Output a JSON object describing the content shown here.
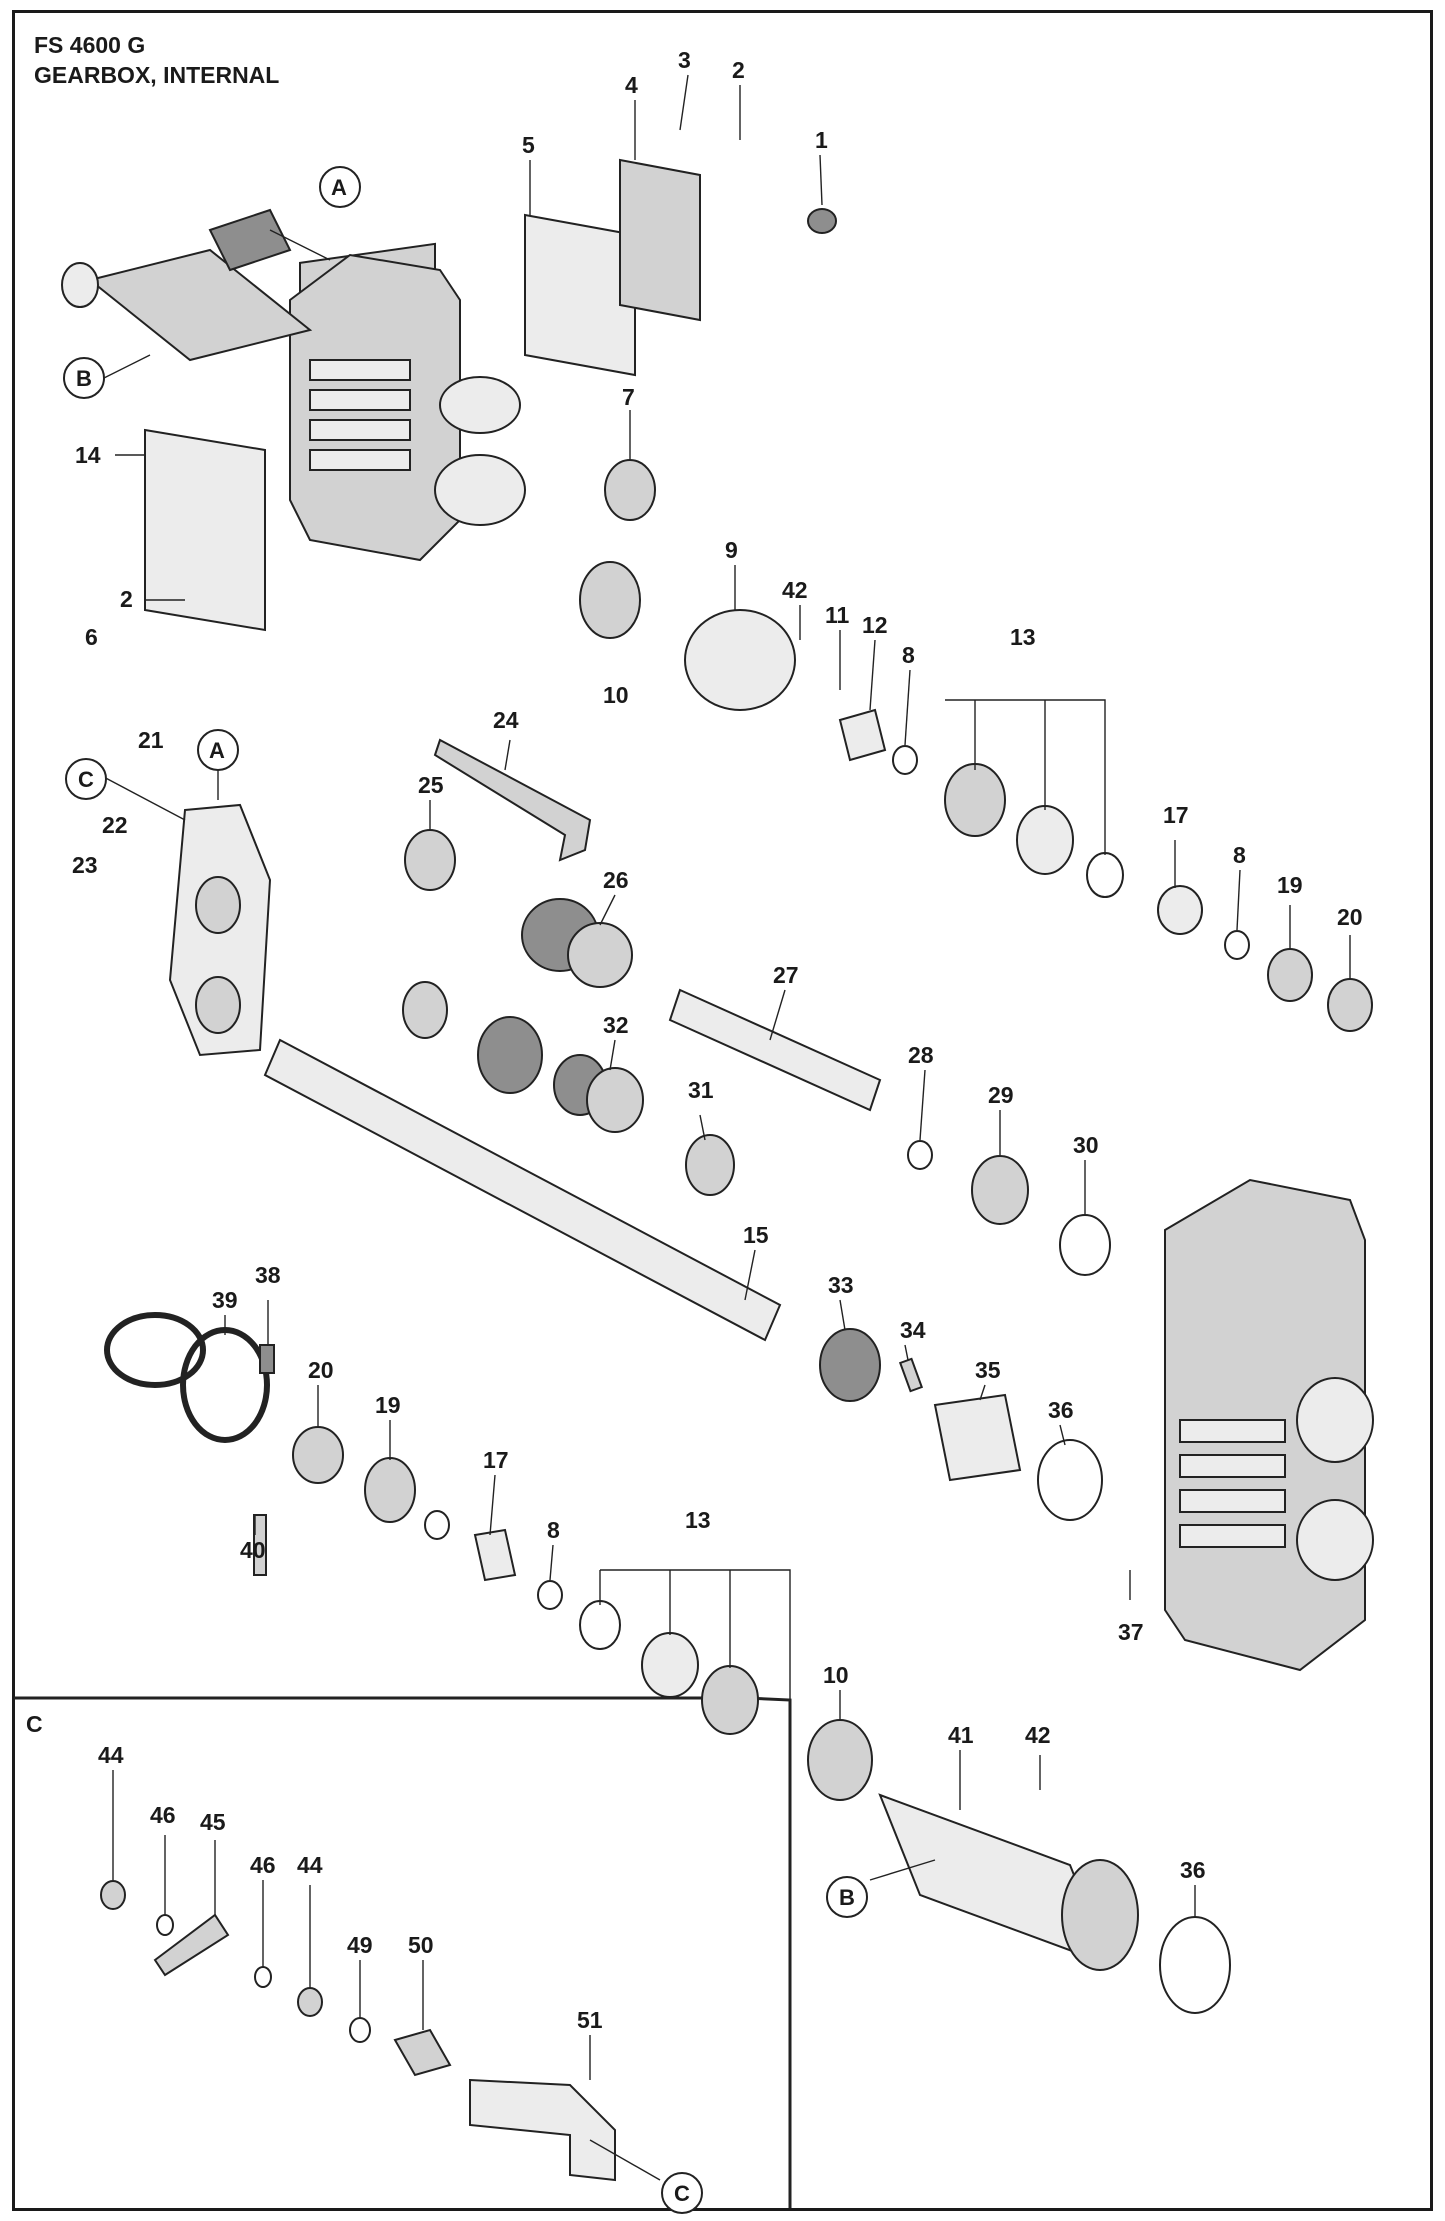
{
  "title": {
    "model": "FS 4600 G",
    "section": "GEARBOX, INTERNAL"
  },
  "inset_label": "C",
  "callout_letters": [
    "A",
    "B",
    "C"
  ],
  "part_numbers": [
    "1",
    "2",
    "3",
    "4",
    "5",
    "6",
    "7",
    "8",
    "9",
    "10",
    "11",
    "12",
    "13",
    "14",
    "15",
    "17",
    "19",
    "20",
    "21",
    "22",
    "23",
    "24",
    "25",
    "26",
    "27",
    "28",
    "29",
    "30",
    "31",
    "32",
    "33",
    "34",
    "35",
    "36",
    "37",
    "38",
    "39",
    "40",
    "41",
    "42",
    "44",
    "45",
    "46",
    "49",
    "50",
    "51"
  ],
  "labels": [
    {
      "id": "l3",
      "text": "3"
    },
    {
      "id": "l2a",
      "text": "2"
    },
    {
      "id": "l4",
      "text": "4"
    },
    {
      "id": "l1",
      "text": "1"
    },
    {
      "id": "l5",
      "text": "5"
    },
    {
      "id": "l7",
      "text": "7"
    },
    {
      "id": "l14",
      "text": "14"
    },
    {
      "id": "l2b",
      "text": "2"
    },
    {
      "id": "l6",
      "text": "6"
    },
    {
      "id": "l9",
      "text": "9"
    },
    {
      "id": "l42a",
      "text": "42"
    },
    {
      "id": "l11",
      "text": "11"
    },
    {
      "id": "l12",
      "text": "12"
    },
    {
      "id": "l8a",
      "text": "8"
    },
    {
      "id": "l13a",
      "text": "13"
    },
    {
      "id": "l10a",
      "text": "10"
    },
    {
      "id": "l24",
      "text": "24"
    },
    {
      "id": "l21",
      "text": "21"
    },
    {
      "id": "l22",
      "text": "22"
    },
    {
      "id": "l23",
      "text": "23"
    },
    {
      "id": "l25",
      "text": "25"
    },
    {
      "id": "l26",
      "text": "26"
    },
    {
      "id": "l17a",
      "text": "17"
    },
    {
      "id": "l8b",
      "text": "8"
    },
    {
      "id": "l19a",
      "text": "19"
    },
    {
      "id": "l20a",
      "text": "20"
    },
    {
      "id": "l27",
      "text": "27"
    },
    {
      "id": "l32",
      "text": "32"
    },
    {
      "id": "l28",
      "text": "28"
    },
    {
      "id": "l29",
      "text": "29"
    },
    {
      "id": "l31",
      "text": "31"
    },
    {
      "id": "l30",
      "text": "30"
    },
    {
      "id": "l15",
      "text": "15"
    },
    {
      "id": "l33",
      "text": "33"
    },
    {
      "id": "l34",
      "text": "34"
    },
    {
      "id": "l38",
      "text": "38"
    },
    {
      "id": "l39",
      "text": "39"
    },
    {
      "id": "l20b",
      "text": "20"
    },
    {
      "id": "l19b",
      "text": "19"
    },
    {
      "id": "l35",
      "text": "35"
    },
    {
      "id": "l36a",
      "text": "36"
    },
    {
      "id": "l17b",
      "text": "17"
    },
    {
      "id": "l8c",
      "text": "8"
    },
    {
      "id": "l40",
      "text": "40"
    },
    {
      "id": "l13b",
      "text": "13"
    },
    {
      "id": "l37",
      "text": "37"
    },
    {
      "id": "l10b",
      "text": "10"
    },
    {
      "id": "l41",
      "text": "41"
    },
    {
      "id": "l42b",
      "text": "42"
    },
    {
      "id": "l36b",
      "text": "36"
    },
    {
      "id": "l44a",
      "text": "44"
    },
    {
      "id": "l46a",
      "text": "46"
    },
    {
      "id": "l45",
      "text": "45"
    },
    {
      "id": "l46b",
      "text": "46"
    },
    {
      "id": "l44b",
      "text": "44"
    },
    {
      "id": "l49",
      "text": "49"
    },
    {
      "id": "l50",
      "text": "50"
    },
    {
      "id": "l51",
      "text": "51"
    }
  ],
  "callouts": [
    {
      "id": "cA1",
      "text": "A"
    },
    {
      "id": "cB1",
      "text": "B"
    },
    {
      "id": "cC1",
      "text": "C"
    },
    {
      "id": "cA2",
      "text": "A"
    },
    {
      "id": "cB2",
      "text": "B"
    },
    {
      "id": "cC2",
      "text": "C"
    }
  ]
}
